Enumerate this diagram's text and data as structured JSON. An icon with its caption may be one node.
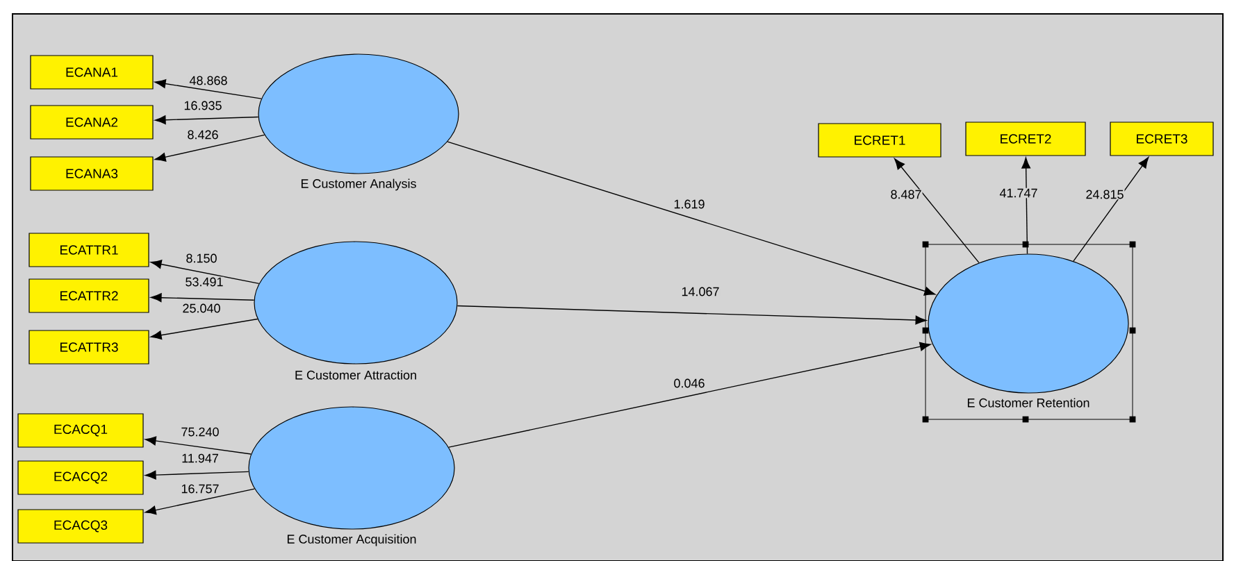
{
  "diagram": {
    "nodes": [
      {
        "text": [
          "E Customer Analysis"
        ]
      },
      {
        "text": [
          "ECANA1"
        ]
      },
      {
        "text": [
          "ECANA2"
        ]
      },
      {
        "text": [
          "ECANA3"
        ]
      },
      {
        "text": [
          "E Customer Attraction"
        ]
      },
      {
        "text": [
          "ECATTR1"
        ]
      },
      {
        "text": [
          "ECATTR2"
        ]
      },
      {
        "text": [
          "ECATTR3"
        ]
      },
      {
        "text": [
          "E Customer Acquisition"
        ]
      },
      {
        "text": [
          "ECACQ1"
        ]
      },
      {
        "text": [
          "ECACQ2"
        ]
      },
      {
        "text": [
          "ECACQ3"
        ]
      },
      {
        "text": [
          "E Customer Retention"
        ]
      },
      {
        "text": [
          "ECRET1"
        ]
      },
      {
        "text": [
          "ECRET2"
        ]
      },
      {
        "text": [
          "ECRET3"
        ]
      }
    ],
    "edges": [
      {
        "from": 0,
        "to": 1,
        "arrow": "to",
        "label": "48.868"
      },
      {
        "from": 0,
        "to": 2,
        "arrow": "to",
        "label": "16.935"
      },
      {
        "from": 0,
        "to": 3,
        "arrow": "to",
        "label": "8.426"
      },
      {
        "from": 4,
        "to": 5,
        "arrow": "to",
        "label": "8.150"
      },
      {
        "from": 4,
        "to": 6,
        "arrow": "to",
        "label": "53.491"
      },
      {
        "from": 4,
        "to": 7,
        "arrow": "to",
        "label": "25.040"
      },
      {
        "from": 8,
        "to": 9,
        "arrow": "to",
        "label": "75.240"
      },
      {
        "from": 8,
        "to": 10,
        "arrow": "to",
        "label": "11.947"
      },
      {
        "from": 8,
        "to": 11,
        "arrow": "to",
        "label": "16.757"
      },
      {
        "from": 0,
        "to": 12,
        "arrow": "to",
        "label": "1.619"
      },
      {
        "from": 4,
        "to": 12,
        "arrow": "to",
        "label": "14.067"
      },
      {
        "from": 8,
        "to": 12,
        "arrow": "to",
        "label": "0.046"
      },
      {
        "from": 12,
        "to": 13,
        "arrow": "to",
        "label": "8.487"
      },
      {
        "from": 12,
        "to": 14,
        "arrow": "to",
        "label": "41.747"
      },
      {
        "from": 12,
        "to": 15,
        "arrow": "to",
        "label": "24.815"
      }
    ]
  }
}
